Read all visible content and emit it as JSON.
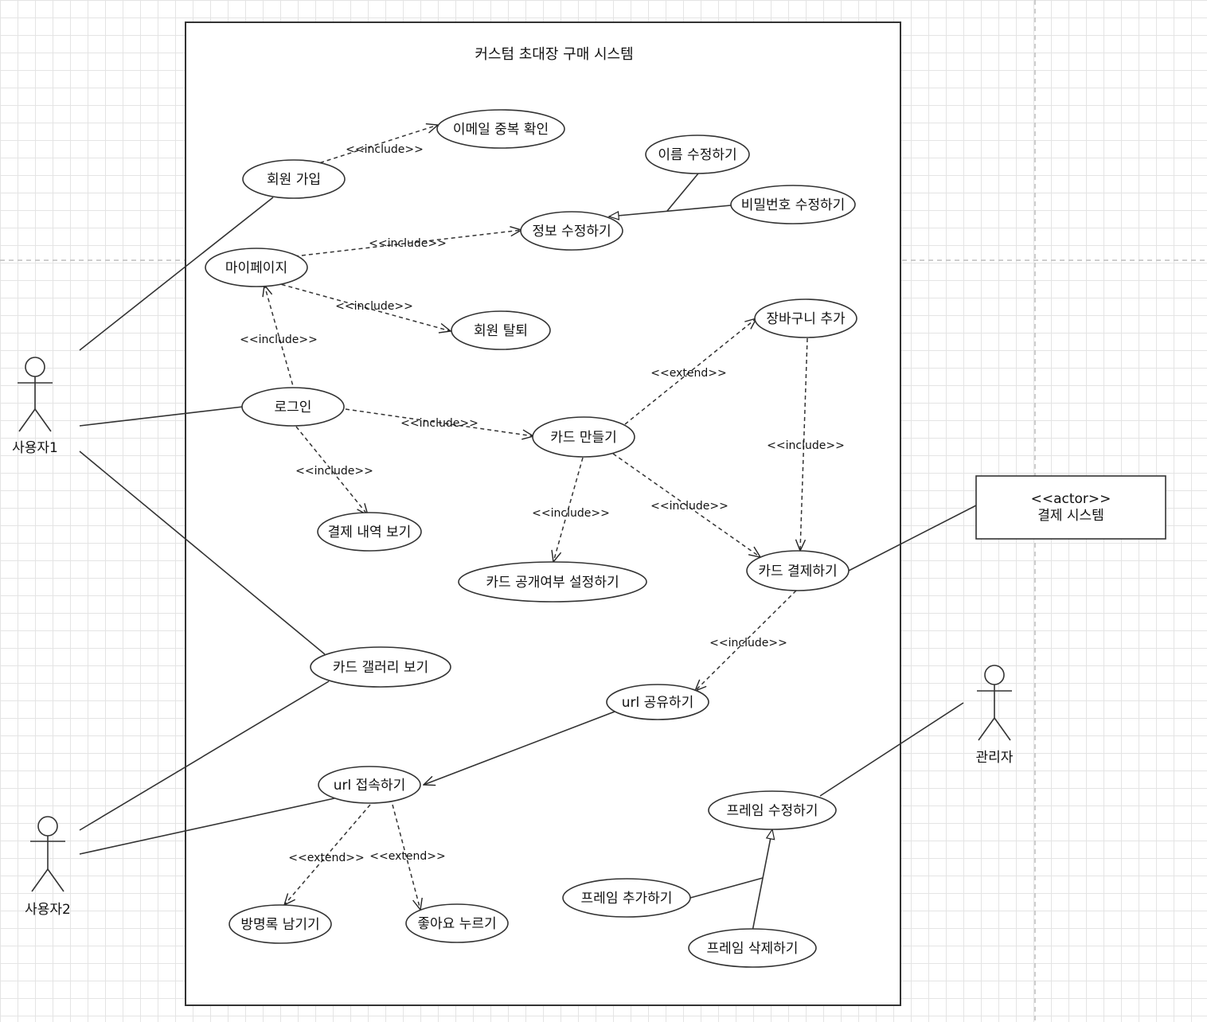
{
  "system": {
    "title": "커스텀 초대장 구매 시스템"
  },
  "actors": {
    "user1": "사용자1",
    "user2": "사용자2",
    "admin": "관리자",
    "payment_system": {
      "stereotype": "<<actor>>",
      "name": "결제 시스템"
    }
  },
  "use_cases": {
    "email_check": "이메일 중복 확인",
    "signup": "회원 가입",
    "rename": "이름 수정하기",
    "password_edit": "비밀번호 수정하기",
    "info_edit": "정보 수정하기",
    "mypage": "마이페이지",
    "withdraw": "회원 탈퇴",
    "cart_add": "장바구니 추가",
    "login": "로그인",
    "card_make": "카드 만들기",
    "payment_history": "결제 내역 보기",
    "card_visibility": "카드 공개여부 설정하기",
    "card_pay": "카드 결제하기",
    "gallery": "카드 갤러리 보기",
    "url_share": "url 공유하기",
    "url_access": "url 접속하기",
    "frame_edit": "프레임 수정하기",
    "frame_add": "프레임 추가하기",
    "frame_delete": "프레임 삭제하기",
    "guestbook": "방명록 남기기",
    "like": "좋아요 누르기"
  },
  "stereotypes": {
    "include": "<<include>>",
    "extend": "<<extend>>"
  }
}
